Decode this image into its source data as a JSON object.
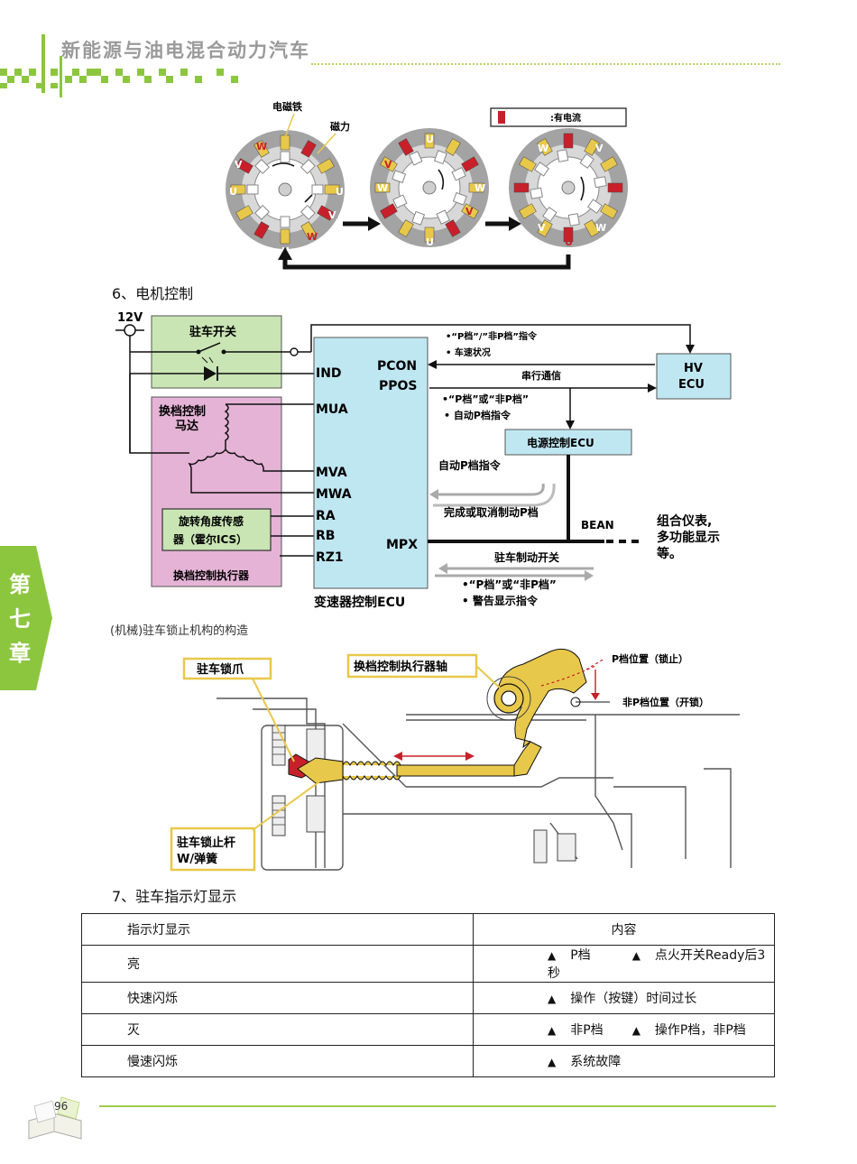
{
  "header": {
    "title": "新能源与油电混合动力汽车"
  },
  "chapter_tab": {
    "chars": [
      "第",
      "七",
      "章"
    ]
  },
  "motor_figure": {
    "label_magnet": "电磁铁",
    "label_force": "磁力",
    "legend": ":有电流",
    "letters": {
      "u": "U",
      "v": "V",
      "w": "W"
    }
  },
  "section6": {
    "title": "6、电机控制"
  },
  "control_diagram": {
    "voltage": "12V",
    "park_switch": "驻车开关",
    "motor_label1": "换档控制",
    "motor_label2": "马达",
    "sensor_label1": "旋转角度传感",
    "sensor_label2": "器（霍尔ICS）",
    "actuator_label": "换档控制执行器",
    "ecu_pins_left": [
      "IND",
      "MUA",
      "MVA",
      "MWA",
      "RA",
      "RB",
      "RZ1"
    ],
    "pcon": "PCON",
    "ppos": "PPOS",
    "mpx": "MPX",
    "ecu_name": "变速器控制ECU",
    "msg_p_cmd": "•“P档”/”非P档”指令",
    "msg_speed": "•  车速状况",
    "msg_serial": "串行通信",
    "msg_p_or": "•“P档”或“非P档”",
    "msg_auto_p": "•  自动P档指令",
    "hv_ecu1": "HV",
    "hv_ecu2": "ECU",
    "power_ecu": "电源控制ECU",
    "auto_p_cmd": "自动P档指令",
    "complete_cancel": "完成或取消制动P档",
    "bean": "BEAN",
    "meter1": "组合仪表,",
    "meter2": "多功能显示",
    "meter3": "等。",
    "park_brake_sw": "驻车制动开关",
    "bottom_p_or": "•“P档”或“非P档”",
    "warn_cmd": "•  警告显示指令"
  },
  "mech_caption": "(机械)驻车锁止机构的构造",
  "mech_figure": {
    "pawl": "驻车锁爪",
    "shaft": "换档控制执行器轴",
    "p_pos": "P档位置（锁止）",
    "non_p_pos": "非P档位置（开锁）",
    "rod1": "驻车锁止杆",
    "rod2": "W/弹簧"
  },
  "section7": {
    "title": "7、驻车指示灯显示"
  },
  "indicator_table": {
    "headers": [
      "指示灯显示",
      "内容"
    ],
    "tri": "▲",
    "rows": [
      {
        "state": "亮",
        "items": [
          "P档",
          "点火开关Ready后3秒"
        ]
      },
      {
        "state": "快速闪烁",
        "items": [
          "操作（按键）时间过长"
        ]
      },
      {
        "state": "灭",
        "items": [
          "非P档",
          "操作P档，非P档"
        ]
      },
      {
        "state": "慢速闪烁",
        "items": [
          "系统故障"
        ]
      }
    ]
  },
  "footer": {
    "page_number": "96"
  },
  "colors": {
    "accent_green": "#8cc63f",
    "coil_red": "#c8202a",
    "coil_yellow": "#e8c84a",
    "park_box": "#c9e5b4",
    "actuator_box": "#e5b3d6",
    "ecu_box": "#bfe7f2"
  }
}
